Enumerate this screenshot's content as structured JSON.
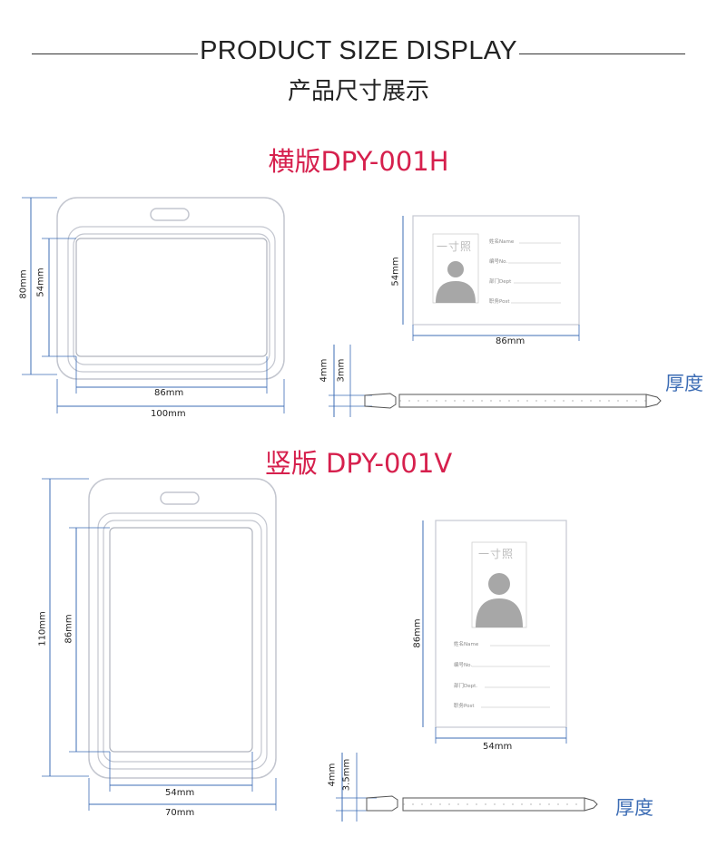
{
  "header": {
    "title": "PRODUCT SIZE DISPLAY",
    "subtitle": "产品尺寸展示"
  },
  "horizontal": {
    "title": "横版DPY-001H",
    "outer_height": "80mm",
    "inner_height": "54mm",
    "inner_width": "86mm",
    "outer_width": "100mm",
    "card_height": "54mm",
    "card_width": "86mm",
    "thickness_outer": "4mm",
    "thickness_inner": "3mm",
    "thickness_label": "厚度",
    "card": {
      "photo_text": "一寸照",
      "fields": [
        "姓名Name",
        "编号No.",
        "部门Dept",
        "职务Post"
      ]
    }
  },
  "vertical": {
    "title": "竖版 DPY-001V",
    "outer_height": "110mm",
    "inner_height": "86mm",
    "inner_width": "54mm",
    "outer_width": "70mm",
    "card_height": "86mm",
    "card_width": "54mm",
    "thickness_outer": "4mm",
    "thickness_inner": "3.5mm",
    "thickness_label": "厚度",
    "card": {
      "photo_text": "一寸照",
      "fields": [
        "姓名Name",
        "编号No.",
        "部门Dept.",
        "职务Post"
      ]
    }
  },
  "colors": {
    "accent": "#d6204d",
    "dimension": "#3d6db5",
    "outline": "#b9bdc8"
  }
}
